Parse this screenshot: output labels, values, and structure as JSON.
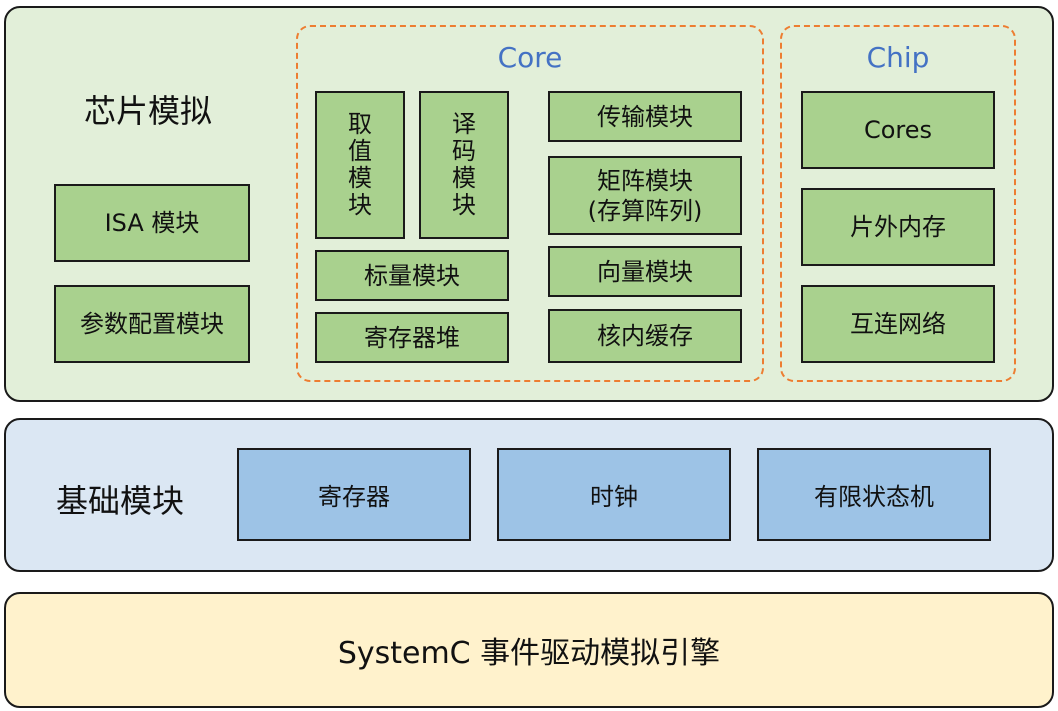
{
  "chip_layer": {
    "title": "芯片模拟",
    "left_modules": [
      "ISA 模块",
      "参数配置模块"
    ],
    "core": {
      "title": "Core",
      "fetch": "取值模块",
      "decode": "译码模块",
      "scalar": "标量模块",
      "regfile": "寄存器堆",
      "transfer": "传输模块",
      "matrix": "矩阵模块\n(存算阵列)",
      "vector": "向量模块",
      "cache": "核内缓存"
    },
    "chip": {
      "title": "Chip",
      "cores": "Cores",
      "offchip_mem": "片外内存",
      "interconnect": "互连网络"
    }
  },
  "base_layer": {
    "title": "基础模块",
    "modules": [
      "寄存器",
      "时钟",
      "有限状态机"
    ]
  },
  "engine_layer": {
    "title": "SystemC 事件驱动模拟引擎"
  },
  "colors": {
    "chip_bg": "#e2efd9",
    "base_bg": "#dbe7f3",
    "engine_bg": "#fff2cc",
    "green_box": "#a9d18e",
    "blue_box": "#9dc3e6",
    "dash_border": "#ed7d31",
    "dash_title": "#4472c4"
  }
}
